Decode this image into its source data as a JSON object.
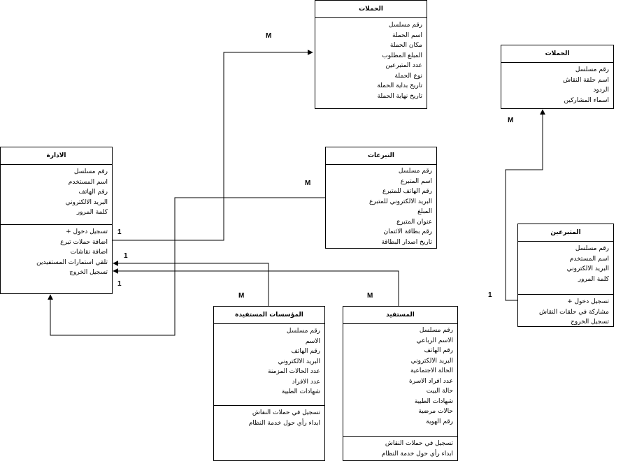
{
  "campaigns_class": {
    "title": "الحملات",
    "attributes": [
      "رقم مسلسل",
      "اسم الحملة",
      "مكان الحملة",
      "المبلغ المطلوب",
      "عدد المتبرعين",
      "نوع الحملة",
      "تاريخ بداية الحملة",
      "تاريخ نهاية الحملة"
    ]
  },
  "discussions_class": {
    "title": "الحملات",
    "attributes": [
      "رقم مسلسل",
      "اسم حلقة النقاش",
      "الردود",
      "اسماء المشاركين"
    ]
  },
  "admin_class": {
    "title": "الادارة",
    "attributes": [
      "رقم مسلسل",
      "اسم المستخدم",
      "رقم الهاتف",
      "البريد الالكتروني",
      "كلمة المرور"
    ],
    "methods": [
      "تسجيل دخول +",
      "اضافة حملات تبرع",
      "اضافة نقاشات",
      "تلقي استمارات المستفيدين",
      "تسجيل الخروج"
    ]
  },
  "donations_class": {
    "title": "التبرعات",
    "attributes": [
      "رقم مسلسل",
      "اسم المتبرع",
      "رقم الهاتف للمتبرع",
      "البريد الالكتروني للمتبرع",
      "المبلغ",
      "عنوان المتبرع",
      "رقم بطاقة الائتمان",
      "تاريخ اصدار البطاقة"
    ]
  },
  "donors_class": {
    "title": "المتبرعين",
    "attributes": [
      "رقم مسلسل",
      "اسم المستخدم",
      "البريد الالكتروني",
      "كلمة المرور"
    ],
    "methods": [
      "تسجيل دخول +",
      "مشاركة في حلقات النقاش",
      "تسجيل الخروج"
    ]
  },
  "institutions_class": {
    "title": "المؤسسات المستفيدة",
    "attributes": [
      "رقم مسلسل",
      "الاسم",
      "رقم الهاتف",
      "البريد الالكتروني",
      "عدد الحالات المزمنة",
      "عدد الافراد",
      "شهادات الطبية"
    ],
    "methods": [
      "تسجيل في حملات النقاش",
      "ابداء رأي حول خدمة النظام"
    ]
  },
  "beneficiary_class": {
    "title": "المستفيد",
    "attributes": [
      "رقم مسلسل",
      "الاسم الرباعي",
      "رقم الهاتف",
      "البريد الالكتروني",
      "الحالة الاجتماعية",
      "عدد افراد الاسرة",
      "حالة البيت",
      "شهادات الطبية",
      "حالات مرضية",
      "رقم الهوية"
    ],
    "methods": [
      "تسجيل في حملات النقاش",
      "ابداء رأي حول خدمة النظام"
    ]
  },
  "multiplicities": {
    "m_campaigns": "M",
    "m_donations": "M",
    "m_discussions": "M",
    "m_institutions": "M",
    "m_beneficiary": "M",
    "one_admin_top": "1",
    "one_admin_mid": "1",
    "one_admin_low": "1",
    "one_donors": "1"
  }
}
